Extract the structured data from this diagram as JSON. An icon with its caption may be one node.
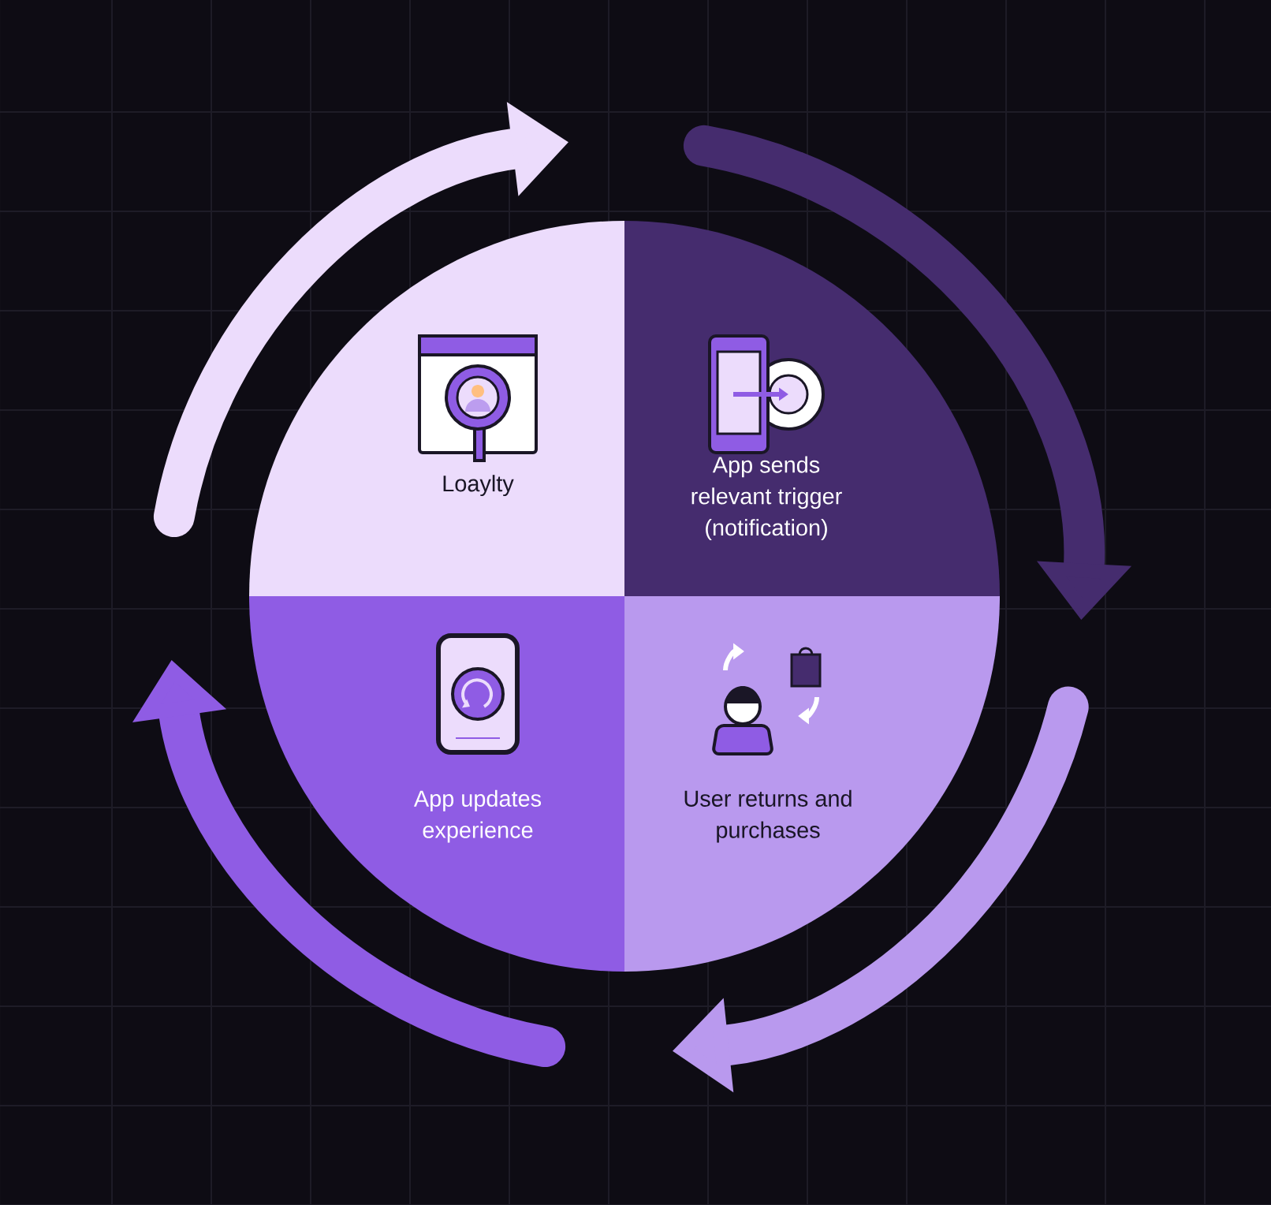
{
  "diagram": {
    "nodes": [
      {
        "text": [
          "Loaylty"
        ]
      },
      {
        "text": [
          "App sends relevant trigger (notification)"
        ]
      },
      {
        "text": [
          "App updates experience"
        ]
      },
      {
        "text": [
          "User returns and purchases"
        ]
      }
    ]
  }
}
